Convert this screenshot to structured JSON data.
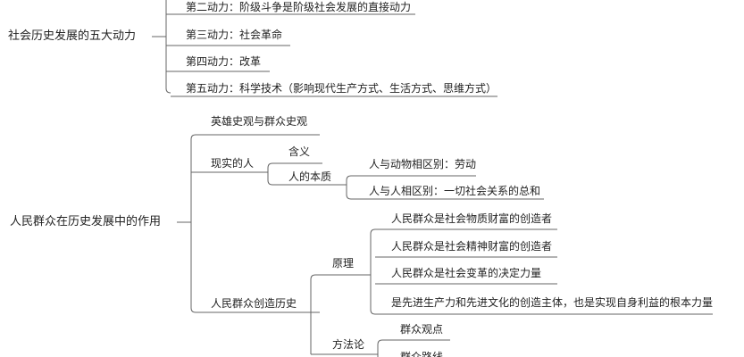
{
  "mindmap": {
    "group1": {
      "root": "社会历史发展的五大动力",
      "items": [
        "第二动力：阶级斗争是阶级社会发展的直接动力",
        "第三动力：社会革命",
        "第四动力：改革",
        "第五动力：科学技术（影响现代生产方式、生活方式、思维方式）"
      ]
    },
    "group2": {
      "root": "人民群众在历史发展中的作用",
      "hero_view": "英雄史观与群众史观",
      "real_person": {
        "label": "现实的人",
        "meaning": "含义",
        "essence": {
          "label": "人的本质",
          "items": [
            "人与动物相区别：劳动",
            "人与人相区别：一切社会关系的总和"
          ]
        }
      },
      "creators": {
        "label": "人民群众创造历史",
        "principle": {
          "label": "原理",
          "items": [
            "人民群众是社会物质财富的创造者",
            "人民群众是社会精神财富的创造者",
            "人民群众是社会变革的决定力量",
            "是先进生产力和先进文化的创造主体，也是实现自身利益的根本力量"
          ]
        },
        "method": {
          "label": "方法论",
          "items": [
            "群众观点",
            "群众路线"
          ]
        }
      }
    }
  }
}
